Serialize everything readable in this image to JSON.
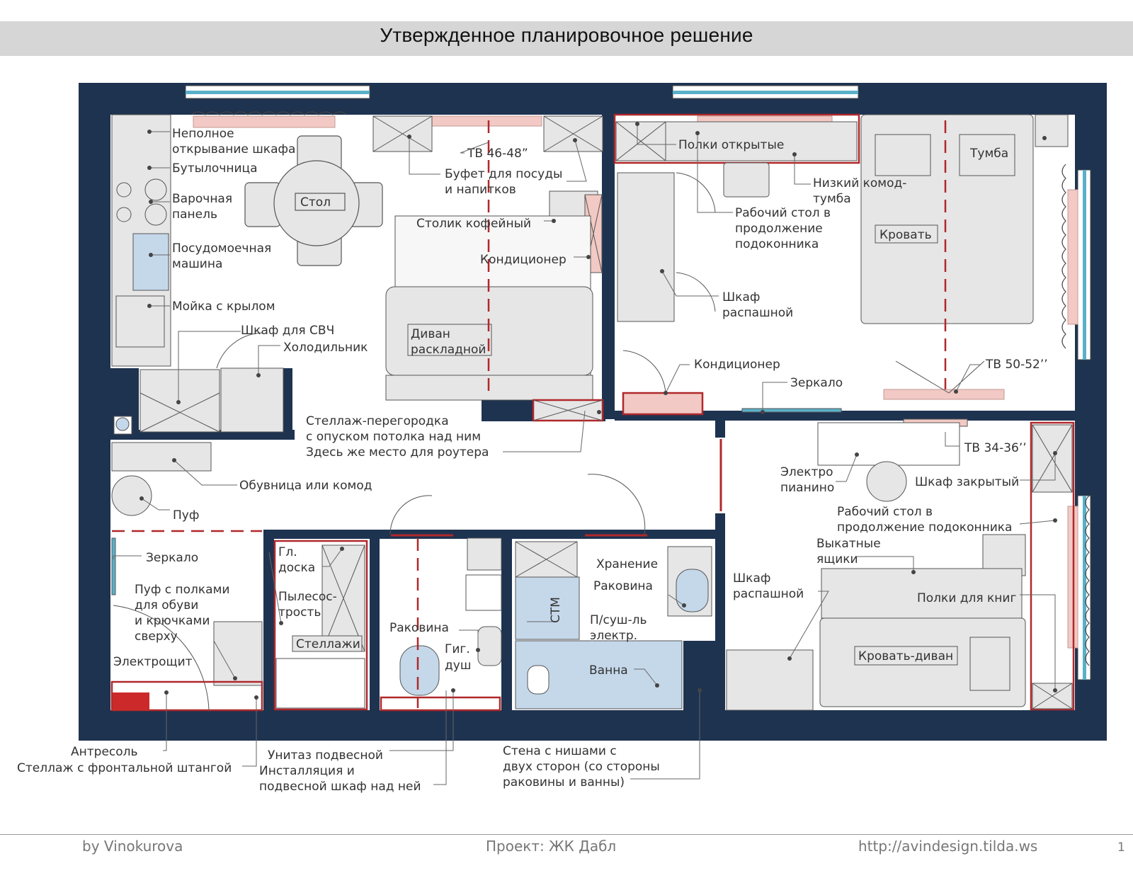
{
  "title": "Утвержденное планировочное решение",
  "room_labels": {
    "table": "Стол",
    "sofa_line1": "Диван",
    "sofa_line2": "раскладной",
    "bed": "Кровать",
    "nightstand": "Тумба",
    "bed_sofa": "Кровать-диван",
    "shelves_box": "Стеллажи",
    "stm": "СТМ"
  },
  "labels": [
    "Неполное",
    "открывание шкафа",
    "Бутылочница",
    "Варочная",
    "панель",
    "Посудомоечная",
    "машина",
    "Мойка с крылом",
    "Шкаф для СВЧ",
    "Холодильник",
    "ТВ 46-48”",
    "Буфет для посуды",
    "и напитков",
    "Столик кофейный",
    "Кондиционер",
    "Полки открытые",
    "Низкий комод-",
    "тумба",
    "Рабочий стол в",
    "продолжение",
    "подоконника",
    "Шкаф",
    "распашной",
    "Кондиционер",
    "Зеркало",
    "ТВ 50-52’’",
    "Стеллаж-перегородка",
    "с опуском потолка над ним",
    "Здесь же место для роутера",
    "Обувница или комод",
    "Пуф",
    "ТВ 34-36’’",
    "Электро",
    "пианино",
    "Шкаф закрытый",
    "Рабочий стол в",
    "продолжение подоконника",
    "Выкатные",
    "ящики",
    "Шкаф",
    "распашной",
    "Полки для книг",
    "Зеркало",
    "Гл.",
    "доска",
    "Пылесос-",
    "трость",
    "Пуф с полками",
    "для обуви",
    "и крючками",
    "сверху",
    "Электрощит",
    "Раковина",
    "Гиг.",
    "душ",
    "Хранение",
    "Раковина",
    "П/суш-ль",
    "электр.",
    "Ванна",
    "Антресоль",
    "Стеллаж с фронтальной штангой",
    "Унитаз подвесной",
    "Инсталляция и",
    "подвесной шкаф над ней",
    "Стена с нишами с",
    "двух сторон (со стороны",
    "раковины и ванны)"
  ],
  "footer": {
    "author": "by Vinokurova",
    "project": "Проект: ЖК Дабл",
    "url": "http://avindesign.tilda.ws",
    "page": "1"
  },
  "colors": {
    "wall": "#1e3350",
    "furniture": "#e6e6e6",
    "accent_red": "#b0282a",
    "radiator_pink": "#f2c9c4",
    "window_blue": "#5ab0c8",
    "plumbing_blue": "#c5d8ea"
  }
}
